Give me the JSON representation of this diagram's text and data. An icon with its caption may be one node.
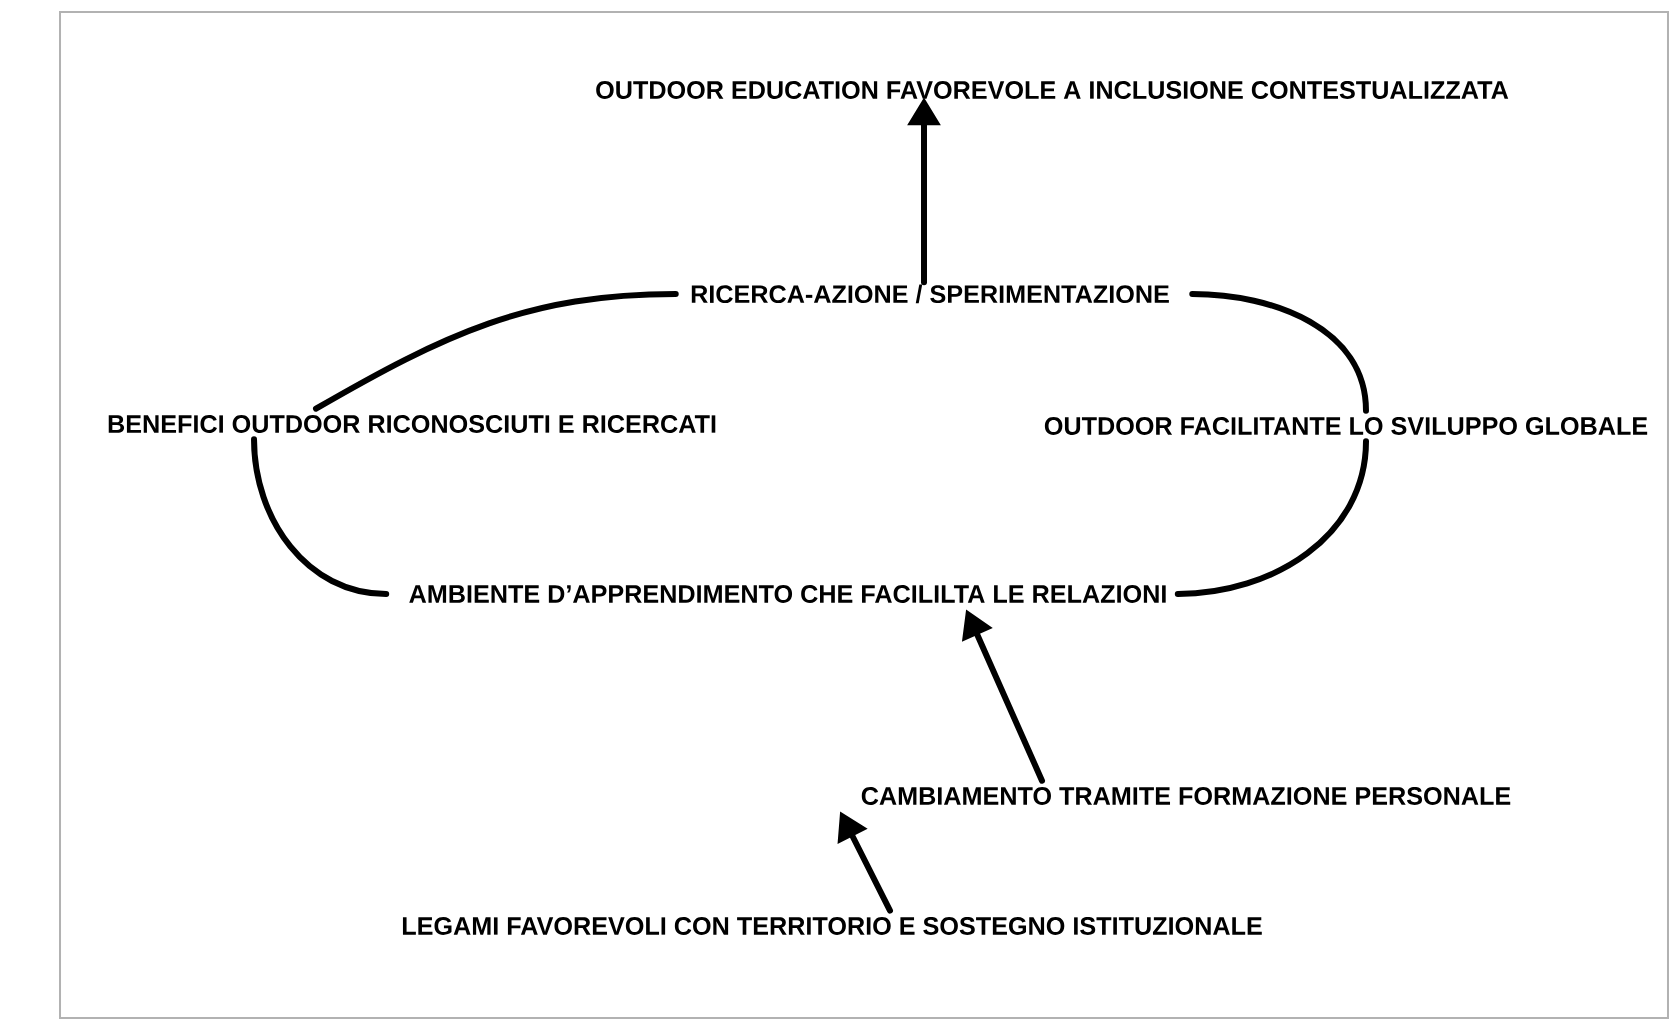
{
  "diagram": {
    "nodes": [
      {
        "text": [
          "OUTDOOR EDUCATION FAVOREVOLE A INCLUSIONE CONTESTUALIZZATA"
        ]
      },
      {
        "text": [
          "RICERCA-AZIONE / SPERIMENTAZIONE"
        ]
      },
      {
        "text": [
          "BENEFICI OUTDOOR RICONOSCIUTI E RICERCATI"
        ]
      },
      {
        "text": [
          "OUTDOOR FACILITANTE LO SVILUPPO GLOBALE"
        ]
      },
      {
        "text": [
          "AMBIENTE D’APPRENDIMENTO CHE FACILILTA LE RELAZIONI"
        ]
      },
      {
        "text": [
          "CAMBIAMENTO TRAMITE FORMAZIONE PERSONALE"
        ]
      },
      {
        "text": [
          "LEGAMI FAVOREVOLI CON TERRITORIO E SOSTEGNO ISTITUZIONALE"
        ]
      }
    ],
    "edges": [
      {
        "from": 1,
        "to": 0,
        "arrow": "to"
      },
      {
        "from": 2,
        "to": 1,
        "arrow": "none"
      },
      {
        "from": 1,
        "to": 3,
        "arrow": "none"
      },
      {
        "from": 3,
        "to": 4,
        "arrow": "none"
      },
      {
        "from": 4,
        "to": 2,
        "arrow": "none"
      },
      {
        "from": 5,
        "to": 4,
        "arrow": "to"
      },
      {
        "from": 6,
        "to": 5,
        "arrow": "to"
      }
    ]
  }
}
